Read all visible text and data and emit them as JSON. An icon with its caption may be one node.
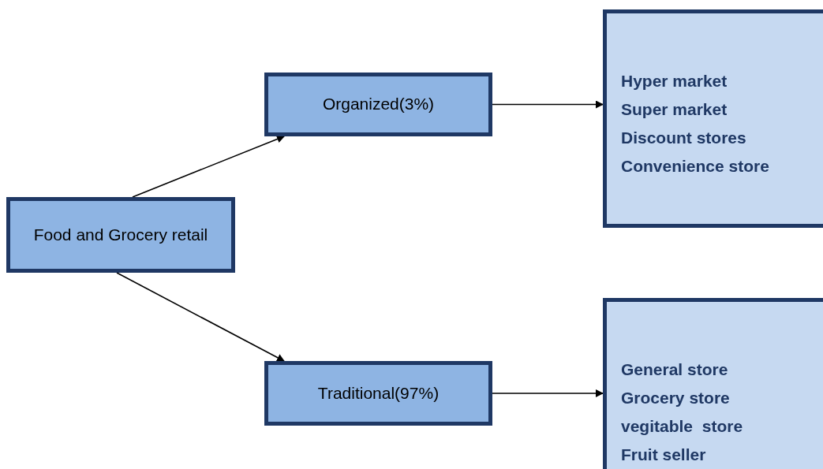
{
  "diagram": {
    "nodes": [
      {
        "text": [
          "Food and Grocery retail"
        ]
      },
      {
        "text": [
          "Organized(3%)"
        ]
      },
      {
        "text": [
          "Traditional(97%)"
        ]
      },
      {
        "text": [
          "Hyper market",
          "Super market",
          "Discount stores",
          "Convenience store"
        ]
      },
      {
        "text": [
          "General store",
          "Grocery store",
          "vegitable  store",
          "Fruit seller"
        ]
      }
    ],
    "edges": [
      {
        "from": 0,
        "to": 1,
        "arrow": "to"
      },
      {
        "from": 0,
        "to": 2,
        "arrow": "to"
      },
      {
        "from": 1,
        "to": 3,
        "arrow": "to"
      },
      {
        "from": 2,
        "to": 4,
        "arrow": "to"
      }
    ]
  }
}
